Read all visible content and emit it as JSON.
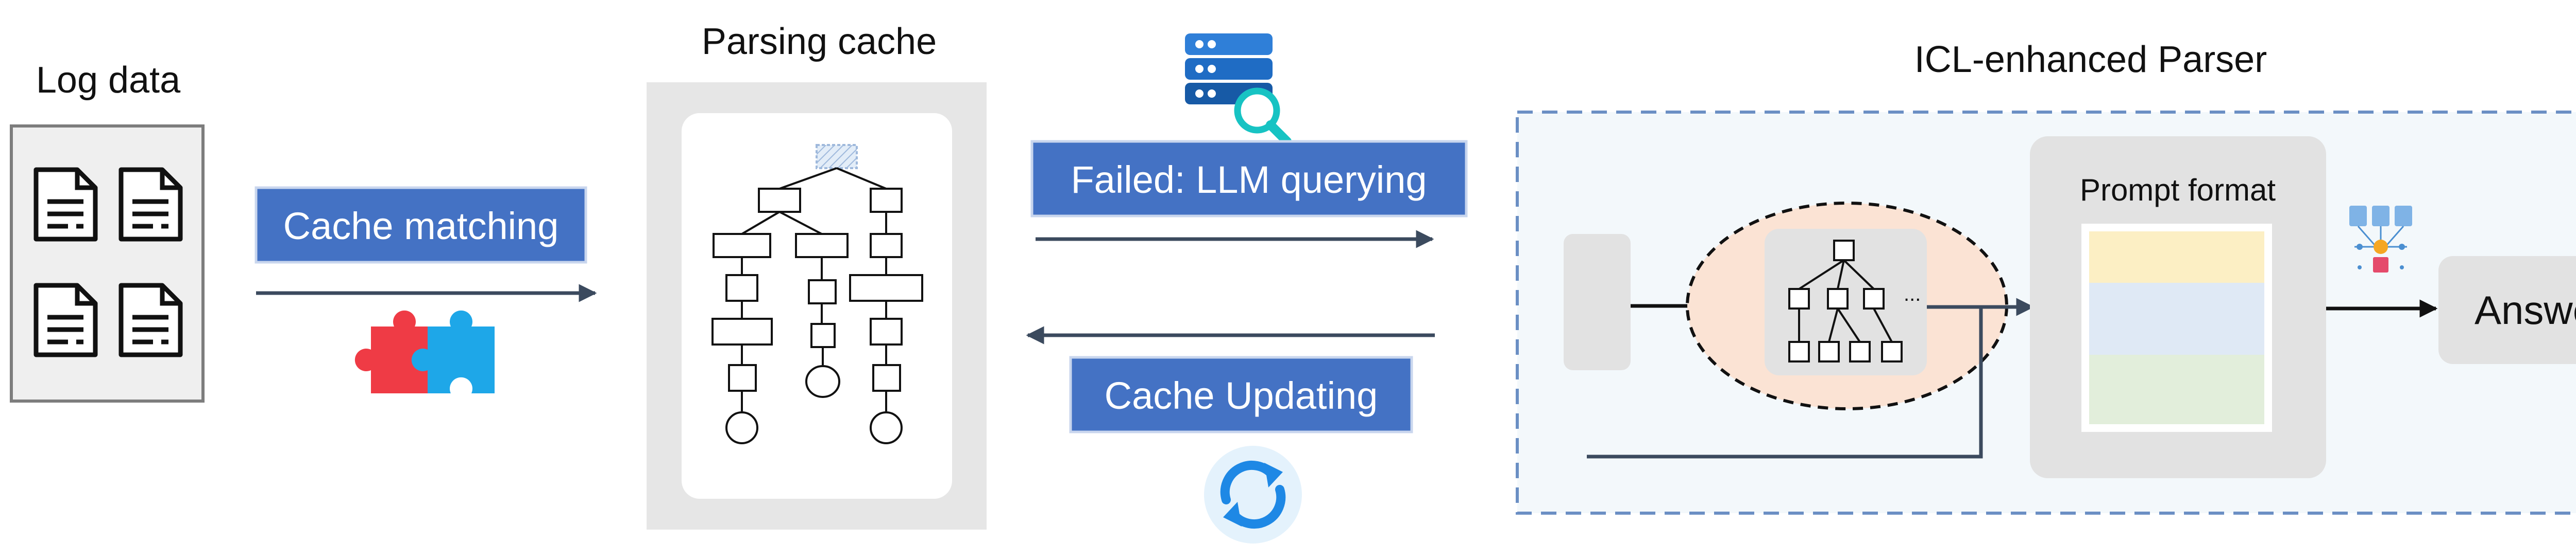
{
  "labels": {
    "log_data": "Log data",
    "parsing_cache": "Parsing cache",
    "cache_matching": "Cache matching",
    "failed_llm_querying": "Failed: LLM querying",
    "cache_updating": "Cache Updating",
    "icl_parser": "ICL-enhanced Parser",
    "prompt_format": "Prompt format",
    "answer": "Answer",
    "ellipsis": "..."
  },
  "icons": {
    "log_files": "document-icon",
    "matching": "puzzle-icon",
    "querying": "database-search-icon",
    "updating": "refresh-icon",
    "llm": "neural-network-icon"
  },
  "colors": {
    "label_fill": "#4472c4",
    "arrow": "#3b4a5e",
    "panel_border": "#6b8fc4",
    "panel_fill": "#f3f8fb",
    "cache_panel": "#e6e6e6",
    "ellipse_fill": "#fbe3d4",
    "prompt_top": "#fcefc4",
    "prompt_middle": "#dfe9f5",
    "prompt_bottom": "#e2eedb"
  }
}
